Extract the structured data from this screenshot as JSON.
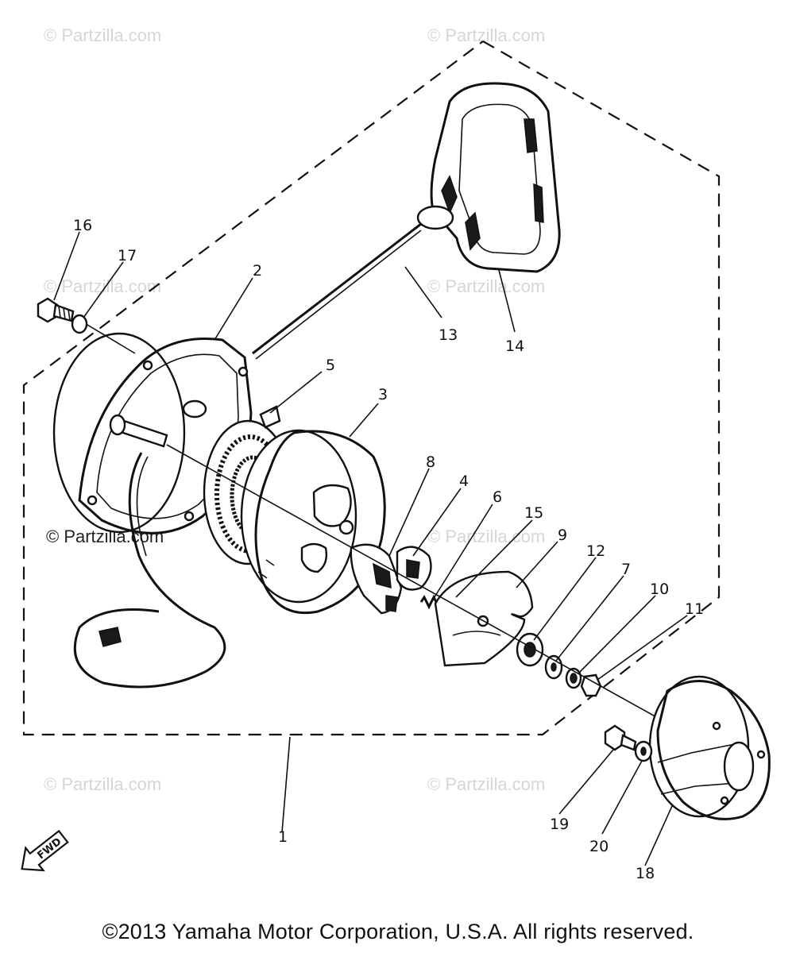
{
  "watermarks": [
    "© Partzilla.com",
    "© Partzilla.com",
    "© Partzilla.com",
    "© Partzilla.com",
    "© Partzilla.com",
    "© Partzilla.com",
    "© Partzilla.com",
    "© Partzilla.com"
  ],
  "callouts": [
    "1",
    "2",
    "3",
    "4",
    "5",
    "6",
    "7",
    "8",
    "9",
    "10",
    "11",
    "12",
    "13",
    "14",
    "15",
    "16",
    "17",
    "18",
    "19",
    "20"
  ],
  "direction_label": "FWD",
  "footer": "©2013  Yamaha Motor Corporation, U.S.A. All rights reserved."
}
